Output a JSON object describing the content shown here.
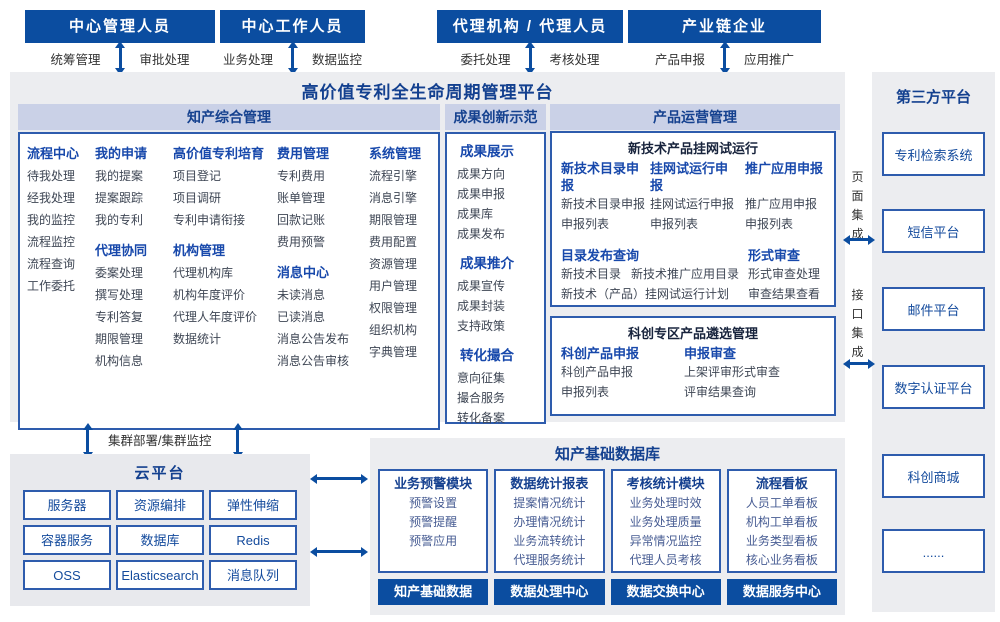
{
  "top_roles": [
    {
      "title": "中心管理人员",
      "left_label": "统筹管理",
      "right_label": "审批处理"
    },
    {
      "title": "中心工作人员",
      "left_label": "业务处理",
      "right_label": "数据监控"
    },
    {
      "title": "代理机构 / 代理人员",
      "left_label": "委托处理",
      "right_label": "考核处理"
    },
    {
      "title": "产业链企业",
      "left_label": "产品申报",
      "right_label": "应用推广"
    }
  ],
  "platform": {
    "title": "高价值专利全生命周期管理平台",
    "zonghe": {
      "title": "知产综合管理",
      "columns": [
        [
          {
            "header": "流程中心",
            "items": [
              "待我处理",
              "经我处理",
              "我的监控",
              "流程监控",
              "流程查询",
              "工作委托"
            ]
          }
        ],
        [
          {
            "header": "我的申请",
            "items": [
              "我的提案",
              "提案跟踪",
              "我的专利"
            ]
          },
          {
            "header": "代理协同",
            "items": [
              "委案处理",
              "撰写处理",
              "专利答复",
              "期限管理",
              "机构信息"
            ]
          }
        ],
        [
          {
            "header": "高价值专利培育",
            "items": [
              "项目登记",
              "项目调研",
              "专利申请衔接"
            ]
          },
          {
            "header": "机构管理",
            "items": [
              "代理机构库",
              "机构年度评价",
              "代理人年度评价",
              "数据统计"
            ]
          }
        ],
        [
          {
            "header": "费用管理",
            "items": [
              "专利费用",
              "账单管理",
              "回款记账",
              "费用预警"
            ]
          },
          {
            "header": "消息中心",
            "items": [
              "未读消息",
              "已读消息",
              "消息公告发布",
              "消息公告审核"
            ]
          }
        ],
        [
          {
            "header": "系统管理",
            "items": [
              "流程引擎",
              "消息引擎",
              "期限管理",
              "费用配置",
              "资源管理",
              "用户管理",
              "权限管理",
              "组织机构",
              "字典管理"
            ]
          }
        ]
      ]
    },
    "chengguo": {
      "title": "成果创新示范",
      "groups": [
        {
          "header": "成果展示",
          "items": [
            "成果方向",
            "成果申报",
            "成果库",
            "成果发布"
          ]
        },
        {
          "header": "成果推介",
          "items": [
            "成果宣传",
            "成果封装",
            "支持政策"
          ]
        },
        {
          "header": "转化撮合",
          "items": [
            "意向征集",
            "撮合服务",
            "转化备案"
          ]
        }
      ]
    },
    "chanpin": {
      "title": "产品运营管理",
      "box1": {
        "title": "新技术产品挂网试运行",
        "top_groups": [
          {
            "header": "新技术目录申报",
            "items": [
              "新技术目录申报",
              "申报列表"
            ]
          },
          {
            "header": "挂网试运行申报",
            "items": [
              "挂网试运行申报",
              "申报列表"
            ]
          },
          {
            "header": "推广应用申报",
            "items": [
              "推广应用申报",
              "申报列表"
            ]
          }
        ],
        "bottom_groups": [
          {
            "header": "目录发布查询",
            "items": [
              "新技术目录",
              "新技术推广应用目录",
              "新技术（产品）挂网试运行计划"
            ]
          },
          {
            "header": "形式审查",
            "items": [
              "形式审查处理",
              "审查结果查看"
            ]
          }
        ]
      },
      "box2": {
        "title": "科创专区产品遴选管理",
        "groups": [
          {
            "header": "科创产品申报",
            "items": [
              "科创产品申报",
              "申报列表"
            ]
          },
          {
            "header": "申报审查",
            "items": [
              "上架评审形式审查",
              "评审结果查询"
            ]
          }
        ]
      }
    }
  },
  "third_party": {
    "title": "第三方平台",
    "items": [
      "专利检索系统",
      "短信平台",
      "邮件平台",
      "数字认证平台",
      "科创商城",
      "......"
    ]
  },
  "integration": {
    "page": "页面集成",
    "api": "接口集成"
  },
  "cluster_label": "集群部署/集群监控",
  "cloud": {
    "title": "云平台",
    "items": [
      "服务器",
      "资源编排",
      "弹性伸缩",
      "容器服务",
      "数据库",
      "Redis",
      "OSS",
      "Elasticsearch",
      "消息队列"
    ]
  },
  "database": {
    "title": "知产基础数据库",
    "modules": [
      {
        "header": "业务预警模块",
        "items": [
          "预警设置",
          "预警提醒",
          "预警应用"
        ]
      },
      {
        "header": "数据统计报表",
        "items": [
          "提案情况统计",
          "办理情况统计",
          "业务流转统计",
          "代理服务统计"
        ]
      },
      {
        "header": "考核统计模块",
        "items": [
          "业务处理时效",
          "业务处理质量",
          "异常情况监控",
          "代理人员考核"
        ]
      },
      {
        "header": "流程看板",
        "items": [
          "人员工单看板",
          "机构工单看板",
          "业务类型看板",
          "核心业务看板"
        ]
      }
    ],
    "centers": [
      "知产基础数据",
      "数据处理中心",
      "数据交换中心",
      "数据服务中心"
    ]
  },
  "colors": {
    "primary_blue": "#0b4da0",
    "section_bar": "#cad1e7",
    "panel_bg": "#ecedf0",
    "border_blue": "#2e5cad",
    "header_text": "#1748ab",
    "item_text": "#3e4654"
  }
}
